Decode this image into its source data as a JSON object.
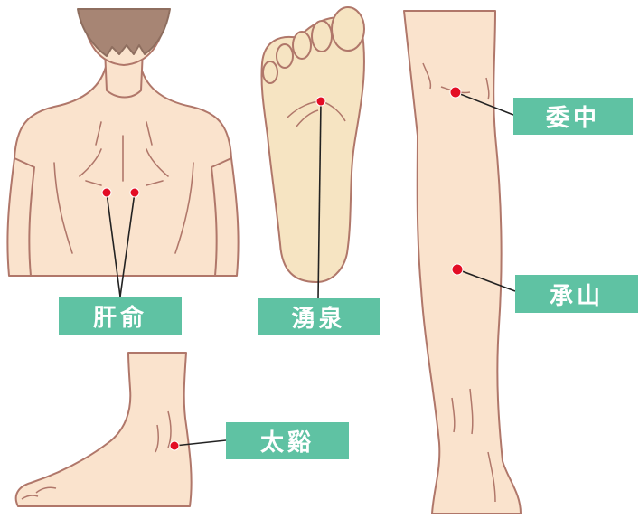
{
  "colors": {
    "skin": "#fae3cd",
    "skin_outline": "#b0776a",
    "hair": "#a78574",
    "sole": "#f6e4c2",
    "point": "#e30d25",
    "label_bg": "#5fc2a3",
    "label_text": "#ffffff",
    "leader_line": "#222222"
  },
  "points": [
    {
      "id": "kanyu",
      "label": "肝俞"
    },
    {
      "id": "yusen",
      "label": "湧泉"
    },
    {
      "id": "ichu",
      "label": "委中"
    },
    {
      "id": "shozan",
      "label": "承山"
    },
    {
      "id": "taikei",
      "label": "太谿"
    }
  ],
  "figures": {
    "back": "back-figure",
    "sole": "sole-figure",
    "leg": "leg-figure",
    "ankle": "ankle-figure"
  }
}
